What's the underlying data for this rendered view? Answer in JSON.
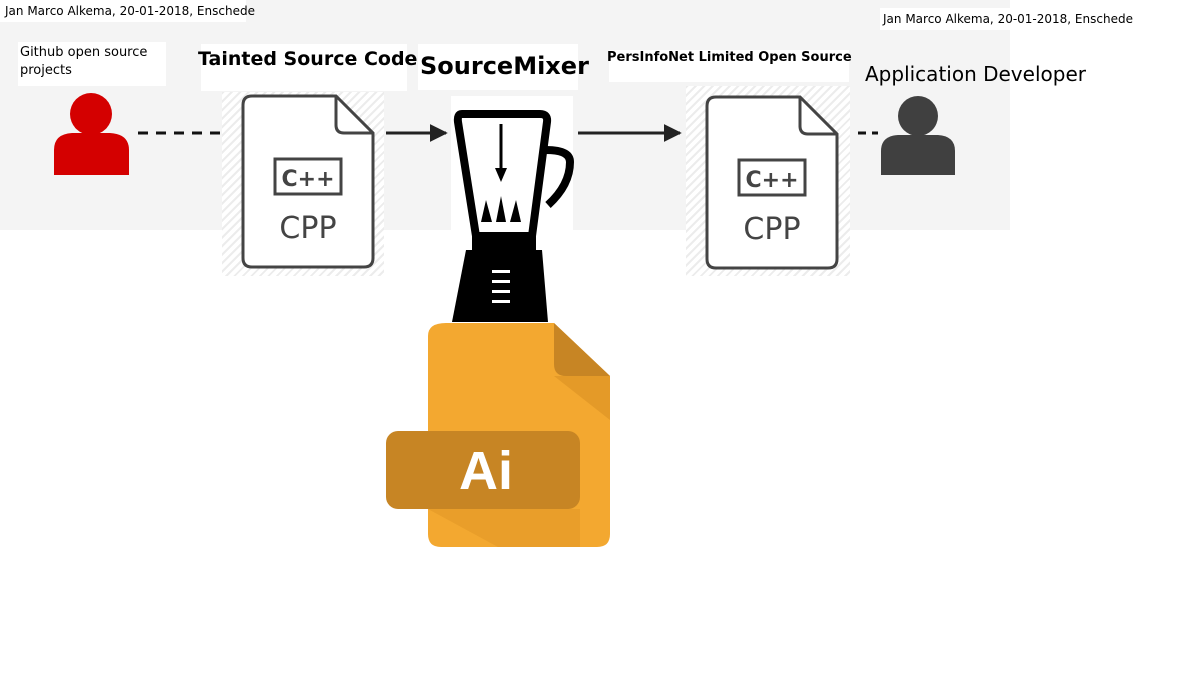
{
  "author_left": "Jan Marco Alkema, 20-01-2018, Enschede",
  "author_right": "Jan Marco Alkema, 20-01-2018, Enschede",
  "github_label": "Github open source projects",
  "tainted_label": "Tainted Source Code",
  "mixer_label": "SourceMixer",
  "persinfonet_label": "PersInfoNet Limited Open Source",
  "developer_label": "Application Developer",
  "file_left": {
    "badge": "C++",
    "ext": "CPP"
  },
  "file_right": {
    "badge": "C++",
    "ext": "CPP"
  },
  "ai_file": {
    "label": "Ai"
  },
  "colors": {
    "source_person": "#d40000",
    "developer_person": "#404040",
    "ai_file_body": "#f3a830",
    "ai_file_band": "#c78524",
    "arrow": "#222222"
  }
}
